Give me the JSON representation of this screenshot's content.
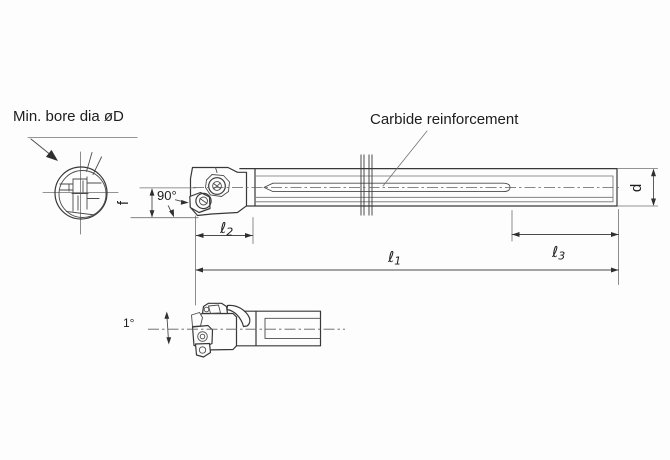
{
  "colors": {
    "background": "#fdfdfd",
    "object_line": "#383838",
    "thin_line": "#707070",
    "arrow": "#2f2f2f",
    "text": "#1d1d1d"
  },
  "callouts": {
    "min_bore": "Min. bore dia øD",
    "carbide": "Carbide reinforcement"
  },
  "dimensions": {
    "approach_angle": "90°",
    "inclination_angle": "1°",
    "tip_height": "f",
    "shank_diameter": "d",
    "overall_length": {
      "symbol": "ℓ",
      "sub": "1"
    },
    "head_length": {
      "symbol": "ℓ",
      "sub": "2"
    },
    "reinforced_length": {
      "symbol": "ℓ",
      "sub": "3"
    }
  }
}
